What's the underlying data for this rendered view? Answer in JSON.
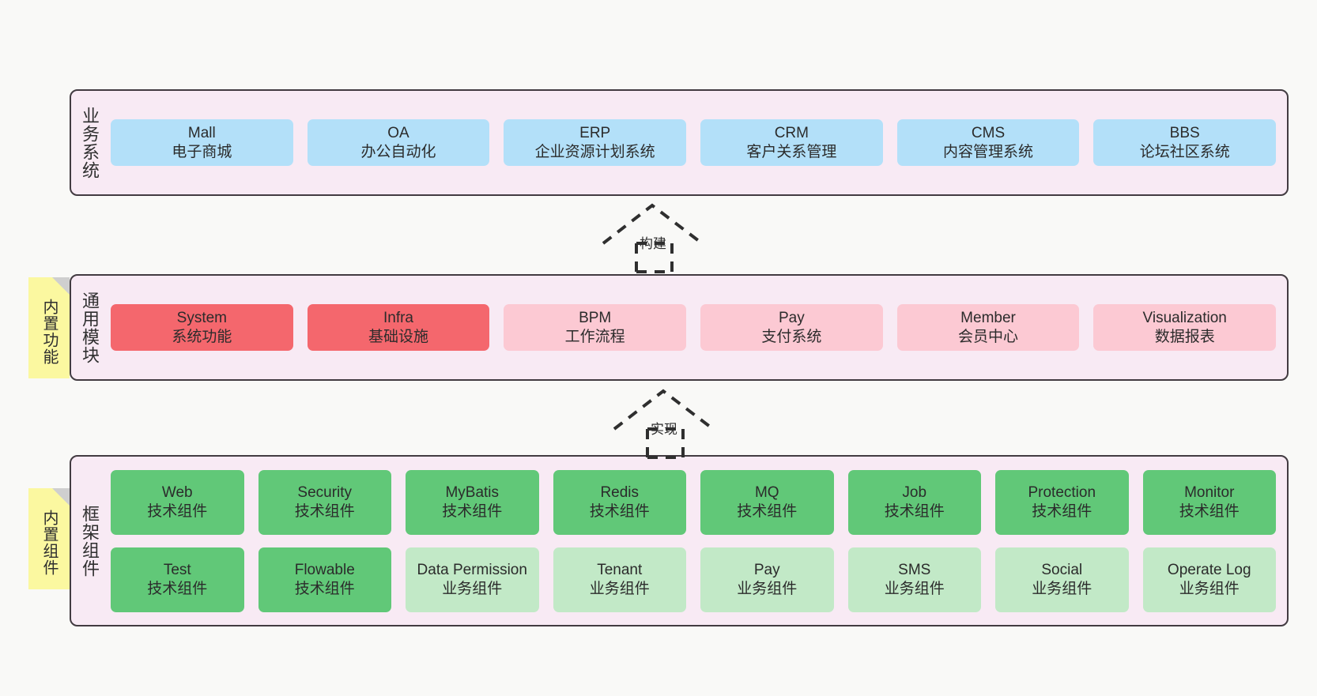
{
  "diagram": {
    "background_color": "#f9f9f7",
    "layer_background": "#f8eaf4",
    "layer_border": "#423b41",
    "note_color": "#fbf8a0"
  },
  "layers": [
    {
      "id": "business",
      "label": "业务系统",
      "rows": [
        {
          "cards": [
            {
              "title": "Mall",
              "subtitle": "电子商城",
              "color": "#b3e0f9",
              "style": "c-blue"
            },
            {
              "title": "OA",
              "subtitle": "办公自动化",
              "color": "#b3e0f9",
              "style": "c-blue"
            },
            {
              "title": "ERP",
              "subtitle": "企业资源计划系统",
              "color": "#b3e0f9",
              "style": "c-blue"
            },
            {
              "title": "CRM",
              "subtitle": "客户关系管理",
              "color": "#b3e0f9",
              "style": "c-blue"
            },
            {
              "title": "CMS",
              "subtitle": "内容管理系统",
              "color": "#b3e0f9",
              "style": "c-blue"
            },
            {
              "title": "BBS",
              "subtitle": "论坛社区系统",
              "color": "#b3e0f9",
              "style": "c-blue"
            }
          ]
        }
      ]
    },
    {
      "id": "common-module",
      "label": "通用模块",
      "note": "内置功能",
      "rows": [
        {
          "cards": [
            {
              "title": "System",
              "subtitle": "系统功能",
              "color": "#f4676d",
              "style": "c-red"
            },
            {
              "title": "Infra",
              "subtitle": "基础设施",
              "color": "#f4676d",
              "style": "c-red"
            },
            {
              "title": "BPM",
              "subtitle": "工作流程",
              "color": "#fcc9d3",
              "style": "c-pink"
            },
            {
              "title": "Pay",
              "subtitle": "支付系统",
              "color": "#fcc9d3",
              "style": "c-pink"
            },
            {
              "title": "Member",
              "subtitle": "会员中心",
              "color": "#fcc9d3",
              "style": "c-pink"
            },
            {
              "title": "Visualization",
              "subtitle": "数据报表",
              "color": "#fcc9d3",
              "style": "c-pink"
            }
          ]
        }
      ]
    },
    {
      "id": "framework-component",
      "label": "框架组件",
      "note": "内置组件",
      "rows": [
        {
          "cards": [
            {
              "title": "Web",
              "subtitle": "技术组件",
              "color": "#61c878",
              "style": "c-green"
            },
            {
              "title": "Security",
              "subtitle": "技术组件",
              "color": "#61c878",
              "style": "c-green"
            },
            {
              "title": "MyBatis",
              "subtitle": "技术组件",
              "color": "#61c878",
              "style": "c-green"
            },
            {
              "title": "Redis",
              "subtitle": "技术组件",
              "color": "#61c878",
              "style": "c-green"
            },
            {
              "title": "MQ",
              "subtitle": "技术组件",
              "color": "#61c878",
              "style": "c-green"
            },
            {
              "title": "Job",
              "subtitle": "技术组件",
              "color": "#61c878",
              "style": "c-green"
            },
            {
              "title": "Protection",
              "subtitle": "技术组件",
              "color": "#61c878",
              "style": "c-green"
            },
            {
              "title": "Monitor",
              "subtitle": "技术组件",
              "color": "#61c878",
              "style": "c-green"
            }
          ]
        },
        {
          "cards": [
            {
              "title": "Test",
              "subtitle": "技术组件",
              "color": "#61c878",
              "style": "c-green"
            },
            {
              "title": "Flowable",
              "subtitle": "技术组件",
              "color": "#61c878",
              "style": "c-green"
            },
            {
              "title": "Data Permission",
              "subtitle": "业务组件",
              "color": "#c2e9c7",
              "style": "c-greenlt"
            },
            {
              "title": "Tenant",
              "subtitle": "业务组件",
              "color": "#c2e9c7",
              "style": "c-greenlt"
            },
            {
              "title": "Pay",
              "subtitle": "业务组件",
              "color": "#c2e9c7",
              "style": "c-greenlt"
            },
            {
              "title": "SMS",
              "subtitle": "业务组件",
              "color": "#c2e9c7",
              "style": "c-greenlt"
            },
            {
              "title": "Social",
              "subtitle": "业务组件",
              "color": "#c2e9c7",
              "style": "c-greenlt"
            },
            {
              "title": "Operate Log",
              "subtitle": "业务组件",
              "color": "#c2e9c7",
              "style": "c-greenlt"
            }
          ]
        }
      ]
    }
  ],
  "connectors": [
    {
      "id": "build",
      "label": "构建",
      "style": "dashed-realization"
    },
    {
      "id": "implement",
      "label": "实现",
      "style": "dashed-realization"
    }
  ]
}
